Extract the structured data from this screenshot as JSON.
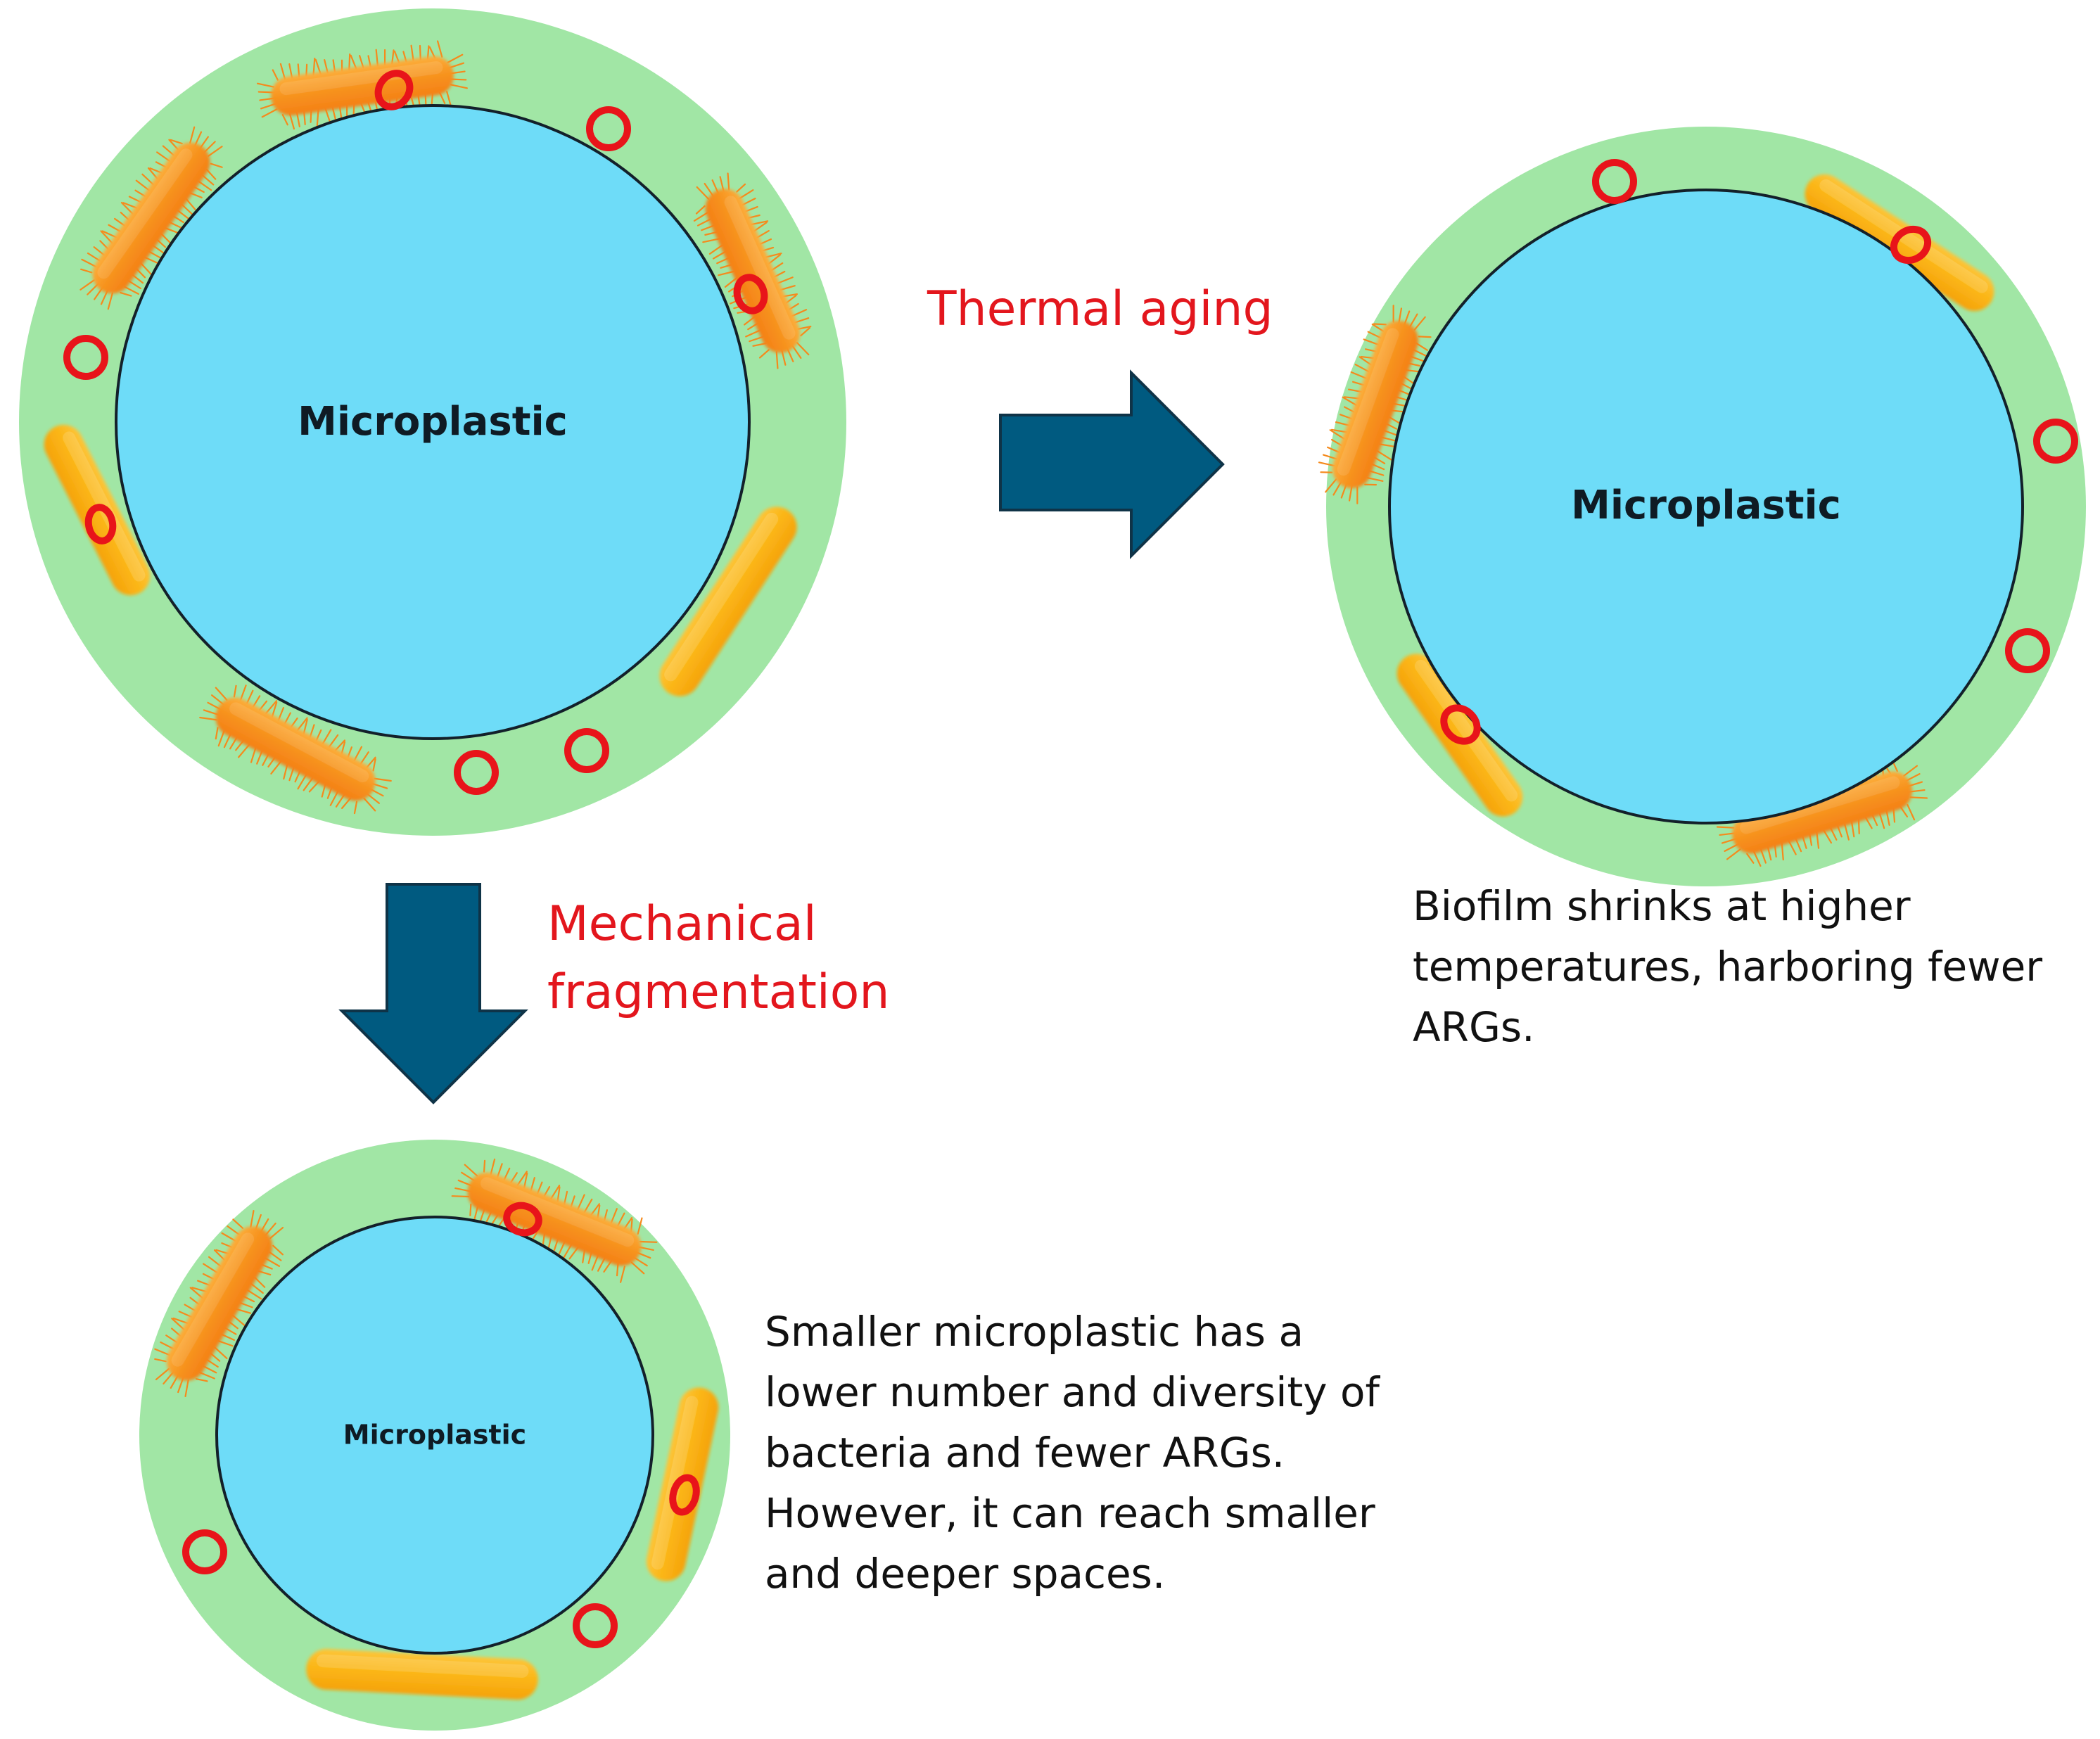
{
  "colors": {
    "biofilm": "#a1e6a5",
    "microplastic": "#6edcf8",
    "outline": "#13202a",
    "arrow": "#005a80",
    "arrow_edge": "#0f3347",
    "process_text": "#e3161d",
    "arg_ring": "#e8141a",
    "bacterium_hairy": "#f7931e",
    "bacterium_smooth": "#fbb514"
  },
  "particles": {
    "original": {
      "label": "Microplastic"
    },
    "thermal": {
      "label": "Microplastic"
    },
    "fragmented": {
      "label": "Microplastic"
    }
  },
  "processes": {
    "thermal": {
      "label": "Thermal aging"
    },
    "mechanical": {
      "line1": "Mechanical",
      "line2": "fragmentation"
    }
  },
  "captions": {
    "thermal": [
      "Biofilm shrinks at higher",
      "temperatures, harboring fewer",
      "ARGs."
    ],
    "fragmented": [
      "Smaller microplastic has a",
      "lower number and diversity of",
      "bacteria and fewer ARGs.",
      "However, it can reach smaller",
      "and deeper spaces."
    ]
  },
  "icons": {
    "bacterium": "rod-bacterium-icon",
    "arg": "arg-ring-icon",
    "arrow": "block-arrow-icon"
  }
}
